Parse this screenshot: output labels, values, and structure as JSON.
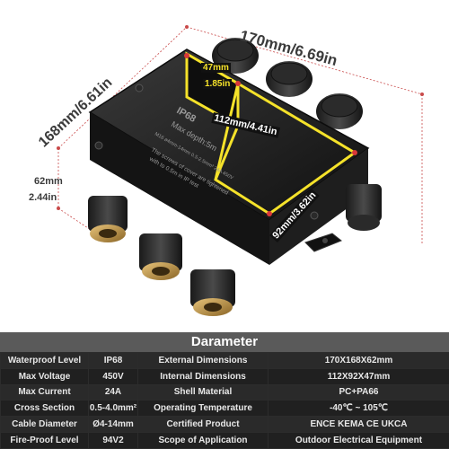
{
  "dimensions": {
    "length": "170mm/6.69in",
    "width": "168mm/6.61in",
    "height_mm": "62mm",
    "height_in": "2.44in",
    "inner_depth_mm": "47mm",
    "inner_depth_in": "1.85in",
    "inner_length": "112mm/4.41in",
    "inner_width": "92mm/3.62in"
  },
  "lid_text": {
    "ip": "IP68",
    "depth": "Max depth:5m",
    "spec_line": "M16  ø4mm-14mm   0.5-2.5mm²  24A   450V",
    "screw_note_1": "The screws of cover are tightened",
    "screw_note_2": "with to 0.5m in IP test"
  },
  "table": {
    "title": "Darameter",
    "rows": [
      [
        "Waterproof Level",
        "IP68",
        "External Dimensions",
        "170X168X62mm"
      ],
      [
        "Max Voltage",
        "450V",
        "Internal Dimensions",
        "112X92X47mm"
      ],
      [
        "Max Current",
        "24A",
        "Shell Material",
        "PC+PA66"
      ],
      [
        "Cross Section",
        "0.5-4.0mm²",
        "Operating Temperature",
        "-40℃ ~ 105℃"
      ],
      [
        "Cable Diameter",
        "Ø4-14mm",
        "Certified Product",
        "ENCE KEMA CE UKCA"
      ],
      [
        "Fire-Proof Level",
        "94V2",
        "Scope of Application",
        "Outdoor Electrical Equipment"
      ]
    ]
  },
  "colors": {
    "accent": "#f5e22a",
    "dimension_line": "#c94a4a",
    "table_bg": "#1b1b1b",
    "table_title_bg": "#5a5a5a"
  }
}
